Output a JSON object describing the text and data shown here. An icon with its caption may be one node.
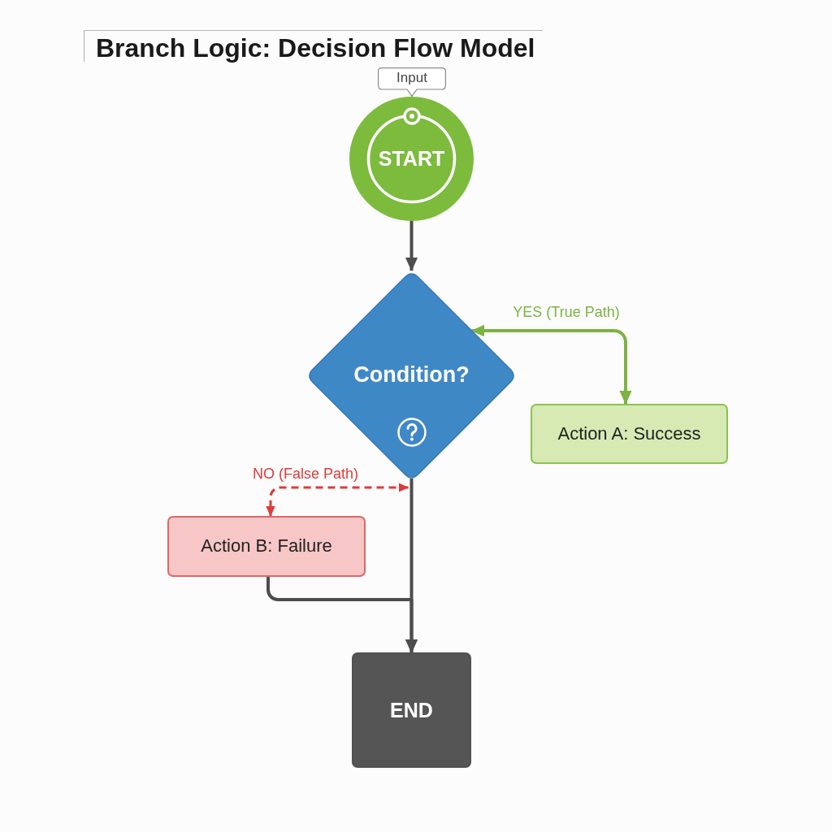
{
  "diagram": {
    "title": "Branch Logic: Decision Flow Model",
    "nodes": [
      {
        "text": [
          "Input"
        ]
      },
      {
        "text": [
          "START"
        ]
      },
      {
        "text": [
          "Condition?"
        ]
      },
      {
        "text": [
          "Action A: Success"
        ]
      },
      {
        "text": [
          "Action B: Failure"
        ]
      },
      {
        "text": [
          "END"
        ]
      }
    ],
    "edges": [
      {
        "from": 1,
        "to": 2,
        "arrow": "to"
      },
      {
        "from": 2,
        "to": 3,
        "arrow": "both",
        "label": "YES (True Path)",
        "color": "#7cb342"
      },
      {
        "from": 2,
        "to": 4,
        "arrow": "both",
        "label": "NO (False Path)",
        "style": "dashed",
        "color": "#e03a3a"
      },
      {
        "from": 2,
        "to": 5,
        "arrow": "to"
      },
      {
        "from": 4,
        "to": 5,
        "arrow": "to"
      }
    ]
  }
}
